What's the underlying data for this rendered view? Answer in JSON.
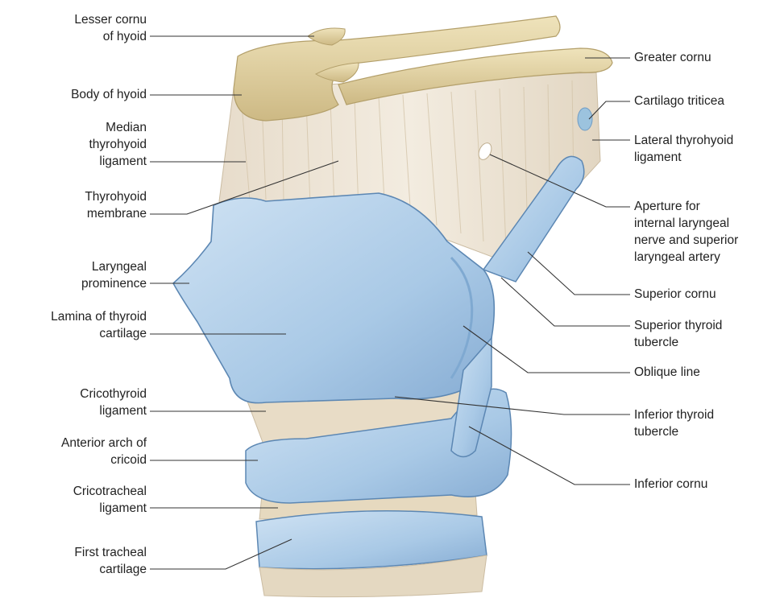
{
  "colors": {
    "cartilage_blue": "#b9d5ec",
    "cartilage_blue_shadow": "#7fa9d1",
    "cartilage_outline": "#5c87b3",
    "bone": "#e6d7a8",
    "bone_shadow": "#c4b07a",
    "membrane": "#ece3d3",
    "membrane_fiber": "#d7c9b0",
    "leader_line": "#333333"
  },
  "labels": {
    "lesser_cornu": [
      "Lesser cornu",
      "of hyoid"
    ],
    "body_of_hyoid": [
      "Body of hyoid"
    ],
    "median_thyrohyoid": [
      "Median",
      "thyrohyoid",
      "ligament"
    ],
    "thyrohyoid_membrane": [
      "Thyrohyoid",
      "membrane"
    ],
    "laryngeal_prominence": [
      "Laryngeal",
      "prominence"
    ],
    "lamina_thyroid": [
      "Lamina of thyroid",
      "cartilage"
    ],
    "cricothyroid_ligament": [
      "Cricothyroid",
      "ligament"
    ],
    "anterior_arch_cricoid": [
      "Anterior arch of",
      "cricoid"
    ],
    "cricotracheal_ligament": [
      "Cricotracheal",
      "ligament"
    ],
    "first_tracheal": [
      "First tracheal",
      "cartilage"
    ],
    "greater_cornu": [
      "Greater cornu"
    ],
    "cartilago_triticea": [
      "Cartilago triticea"
    ],
    "lateral_thyrohyoid": [
      "Lateral thyrohyoid",
      "ligament"
    ],
    "aperture": [
      "Aperture for",
      "internal laryngeal",
      "nerve and superior",
      "laryngeal artery"
    ],
    "superior_cornu": [
      "Superior cornu"
    ],
    "superior_thyroid_tubercle": [
      "Superior thyroid",
      "tubercle"
    ],
    "oblique_line": [
      "Oblique line"
    ],
    "inferior_thyroid_tubercle": [
      "Inferior thyroid",
      "tubercle"
    ],
    "inferior_cornu": [
      "Inferior cornu"
    ]
  }
}
